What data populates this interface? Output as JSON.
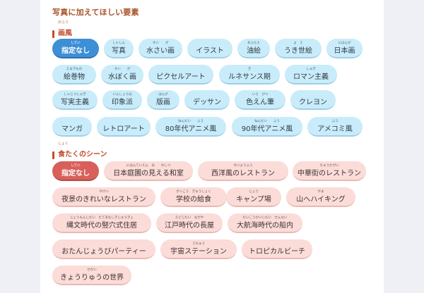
{
  "page_title": "写真に加えてほしい要素",
  "sections": [
    {
      "label": "画風",
      "ruby": "がふう",
      "items": [
        {
          "label": "指定なし",
          "ruby": "してい",
          "selected": true
        },
        {
          "label": "写真",
          "ruby": "しゃしん",
          "selected": false
        },
        {
          "label": "水さい画",
          "ruby": "すい　　が",
          "selected": false
        },
        {
          "label": "イラスト",
          "ruby": "",
          "selected": false
        },
        {
          "label": "油絵",
          "ruby": "あぶらえ",
          "selected": false
        },
        {
          "label": "うき世絵",
          "ruby": "よ　え",
          "selected": false
        },
        {
          "label": "日本画",
          "ruby": "にほんが",
          "selected": false
        },
        {
          "label": "絵巻物",
          "ruby": "えまきもの",
          "selected": false
        },
        {
          "label": "水ぼく画",
          "ruby": "すい　　が",
          "selected": false
        },
        {
          "label": "ピクセルアート",
          "ruby": "",
          "selected": false
        },
        {
          "label": "ルネサンス期",
          "ruby": "き",
          "selected": false
        },
        {
          "label": "ロマン主義",
          "ruby": "しゅぎ",
          "selected": false
        },
        {
          "label": "写実主義",
          "ruby": "しゃじつしゅぎ",
          "selected": false
        },
        {
          "label": "印象派",
          "ruby": "いんしょうは",
          "selected": false
        },
        {
          "label": "版画",
          "ruby": "はんが",
          "selected": false
        },
        {
          "label": "デッサン",
          "ruby": "",
          "selected": false
        },
        {
          "label": "色えん筆",
          "ruby": "いろ　ぴつ",
          "selected": false
        },
        {
          "label": "クレヨン",
          "ruby": "",
          "selected": false
        },
        {
          "label": "マンガ",
          "ruby": "",
          "selected": false
        },
        {
          "label": "レトロアート",
          "ruby": "",
          "selected": false
        },
        {
          "label": "80年代アニメ風",
          "ruby": "ねんだい　　ふう",
          "selected": false
        },
        {
          "label": "90年代アニメ風",
          "ruby": "ねんだい　　ふう",
          "selected": false
        },
        {
          "label": "アメコミ風",
          "ruby": "ふう",
          "selected": false
        }
      ]
    },
    {
      "label": "食たくのシーン",
      "ruby": "しょく",
      "items": [
        {
          "label": "指定なし",
          "ruby": "してい",
          "selected": true
        },
        {
          "label": "日本庭園の見える和室",
          "ruby": "にほんていえん　み　　わしつ",
          "selected": false
        },
        {
          "label": "西洋風のレストラン",
          "ruby": "せいようふう",
          "selected": false
        },
        {
          "label": "中華街のレストラン",
          "ruby": "ちゅうかがい",
          "selected": false
        },
        {
          "label": "夜景のきれいなレストラン",
          "ruby": "やけい",
          "selected": false
        },
        {
          "label": "学校の給食",
          "ruby": "がっこう　きゅうしょく",
          "selected": false
        },
        {
          "label": "キャンプ場",
          "ruby": "じょう",
          "selected": false
        },
        {
          "label": "山へハイキング",
          "ruby": "やま",
          "selected": false
        },
        {
          "label": "縄文時代の竪穴式住居",
          "ruby": "じょうもんじだい　たてあなしきじゅうきょ",
          "selected": false
        },
        {
          "label": "江戸時代の長屋",
          "ruby": "えどじだい　ながや",
          "selected": false
        },
        {
          "label": "大航海時代の船内",
          "ruby": "だいこうかいじだい　せんない",
          "selected": false
        },
        {
          "label": "おたんじょうびパーティー",
          "ruby": "",
          "selected": false
        },
        {
          "label": "宇宙ステーション",
          "ruby": "うちゅう",
          "selected": false
        },
        {
          "label": "トロピカルビーチ",
          "ruby": "",
          "selected": false
        },
        {
          "label": "きょうりゅうの世界",
          "ruby": "せかい",
          "selected": false
        }
      ]
    }
  ]
}
